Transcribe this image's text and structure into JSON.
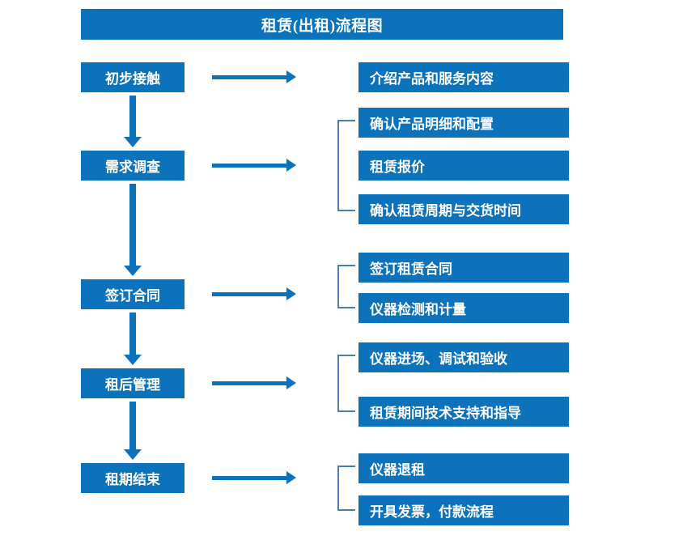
{
  "title": "租赁(出租)流程图",
  "theme": {
    "box_fill": "#0c72bc",
    "box_text": "#ffffff",
    "arrow": "#0c72bc",
    "bracket": "#4a7fb5",
    "background": "#ffffff"
  },
  "flow": {
    "stages": [
      {
        "label": "初步接触"
      },
      {
        "label": "需求调查"
      },
      {
        "label": "签订合同"
      },
      {
        "label": "租后管理"
      },
      {
        "label": "租期结束"
      }
    ],
    "groups": [
      {
        "stage": "初步接触",
        "bracketed": false,
        "details": [
          {
            "label": "介绍产品和服务内容"
          }
        ]
      },
      {
        "stage": "需求调查",
        "bracketed": true,
        "details": [
          {
            "label": "确认产品明细和配置"
          },
          {
            "label": "租赁报价"
          },
          {
            "label": "确认租赁周期与交货时间"
          }
        ]
      },
      {
        "stage": "签订合同",
        "bracketed": true,
        "details": [
          {
            "label": "签订租赁合同"
          },
          {
            "label": "仪器检测和计量"
          }
        ]
      },
      {
        "stage": "租后管理",
        "bracketed": true,
        "details": [
          {
            "label": "仪器进场、调试和验收"
          },
          {
            "label": "租赁期间技术支持和指导"
          }
        ]
      },
      {
        "stage": "租期结束",
        "bracketed": true,
        "details": [
          {
            "label": "仪器退租"
          },
          {
            "label": "开具发票，付款流程"
          }
        ]
      }
    ]
  }
}
